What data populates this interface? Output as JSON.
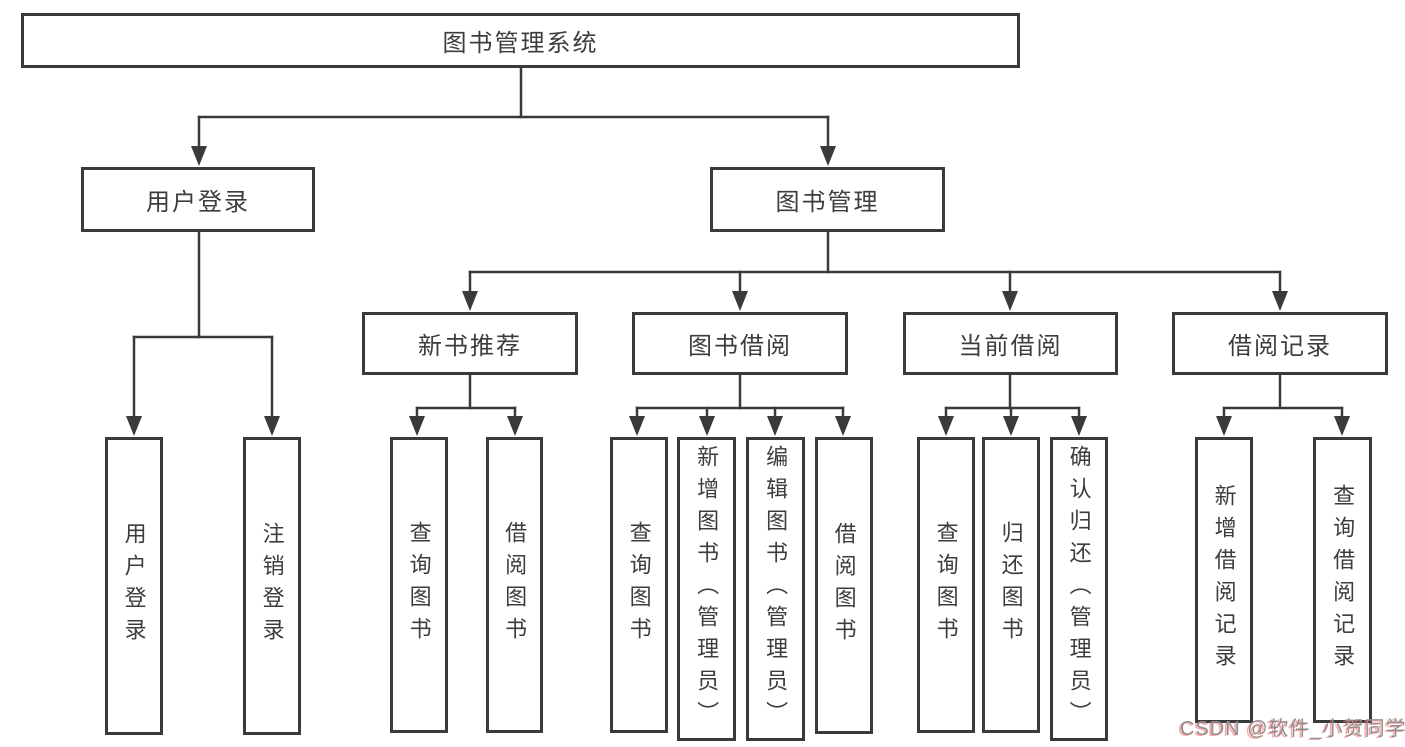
{
  "diagram": {
    "root": {
      "label": "图书管理系统"
    },
    "branches": [
      {
        "label": "用户登录",
        "children": [
          {
            "label": "用户登录"
          },
          {
            "label": "注销登录"
          }
        ]
      },
      {
        "label": "图书管理",
        "children": [
          {
            "label": "新书推荐",
            "children": [
              {
                "label": "查询图书"
              },
              {
                "label": "借阅图书"
              }
            ]
          },
          {
            "label": "图书借阅",
            "children": [
              {
                "label": "查询图书"
              },
              {
                "label": "新增图书（管理员）"
              },
              {
                "label": "编辑图书（管理员）"
              },
              {
                "label": "借阅图书"
              }
            ]
          },
          {
            "label": "当前借阅",
            "children": [
              {
                "label": "查询图书"
              },
              {
                "label": "归还图书"
              },
              {
                "label": "确认归还（管理员）"
              }
            ]
          },
          {
            "label": "借阅记录",
            "children": [
              {
                "label": "新增借阅记录"
              },
              {
                "label": "查询借阅记录"
              }
            ]
          }
        ]
      }
    ],
    "line_color": "#3a3a3a"
  },
  "watermark": {
    "text": "CSDN @软件_小贺同学"
  }
}
